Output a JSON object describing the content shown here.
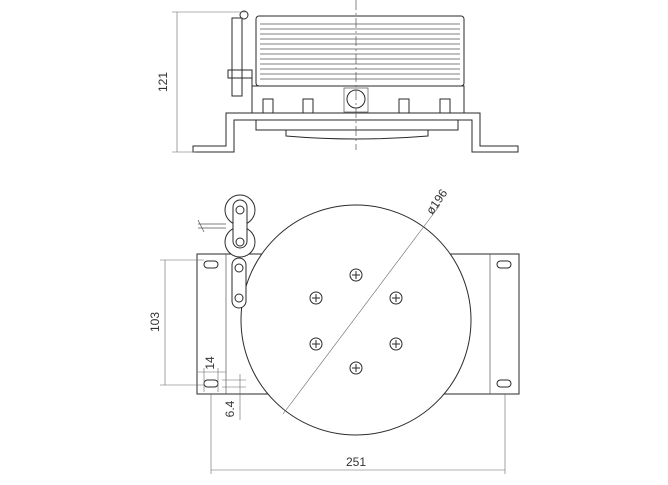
{
  "dimensions": {
    "height_side": "121",
    "diameter": "ø196",
    "height_hole": "103",
    "slot_width": "14",
    "slot_height": "6.4",
    "total_width": "251"
  },
  "colors": {
    "line": "#2a2a2a",
    "dim_line": "#666666",
    "background": "#ffffff"
  }
}
